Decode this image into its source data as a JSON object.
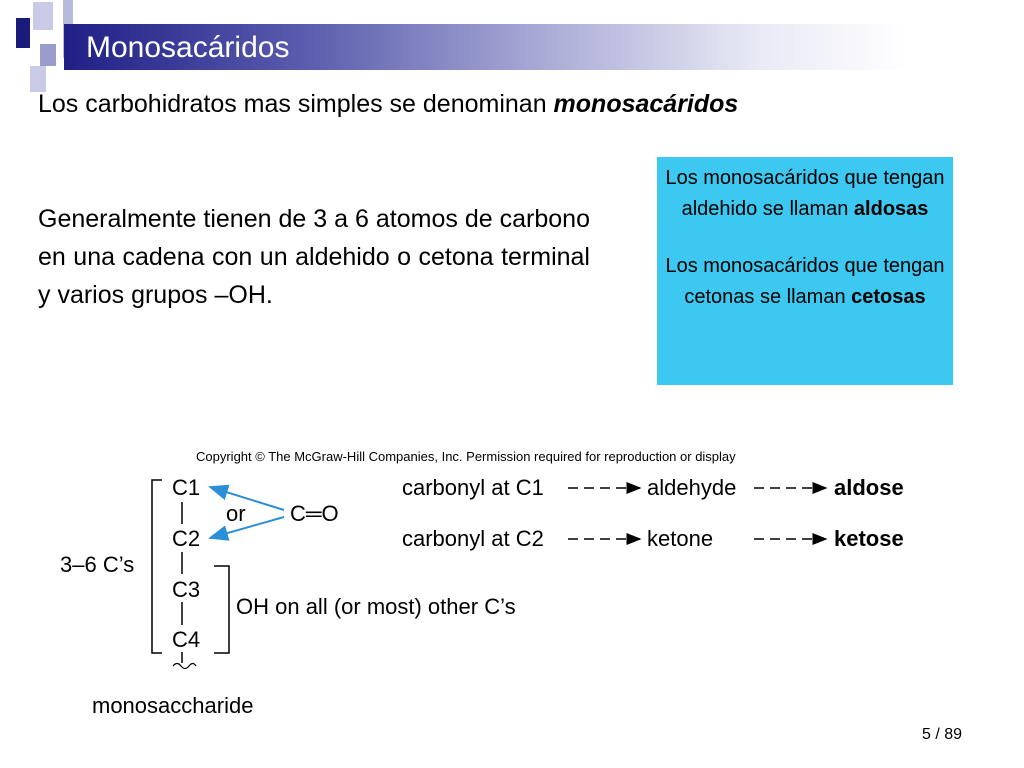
{
  "slide": {
    "title": "Monosacáridos",
    "subtitle_prefix": "Los carbohidratos mas simples se denominan ",
    "subtitle_emphasis": "monosacáridos",
    "body": "Generalmente tienen de 3  a 6 atomos de carbono en una cadena con un aldehido o cetona terminal y varios grupos –OH.",
    "page_number": "5 / 89"
  },
  "info_box": {
    "p1_prefix": "Los monosacáridos que tengan aldehido se llaman ",
    "p1_bold": "aldosas",
    "p2_prefix": "Los monosacáridos que tengan cetonas se llaman ",
    "p2_bold": "cetosas",
    "background_color": "#3cc8f0"
  },
  "figure": {
    "copyright": "Copyright © The McGraw-Hill Companies, Inc. Permission required for reproduction or display",
    "carbons": [
      "C1",
      "C2",
      "C3",
      "C4"
    ],
    "or_label": "or",
    "carbonyl": "C═O",
    "range_label": "3–6 C’s",
    "oh_label": "OH on all (or most) other C’s",
    "caption": "monosaccharide",
    "rows": [
      {
        "carbonyl_at": "carbonyl at C1",
        "group": "aldehyde",
        "result": "aldose"
      },
      {
        "carbonyl_at": "carbonyl at C2",
        "group": "ketone",
        "result": "ketose"
      }
    ],
    "arrow_color": "#2a8fd6"
  }
}
